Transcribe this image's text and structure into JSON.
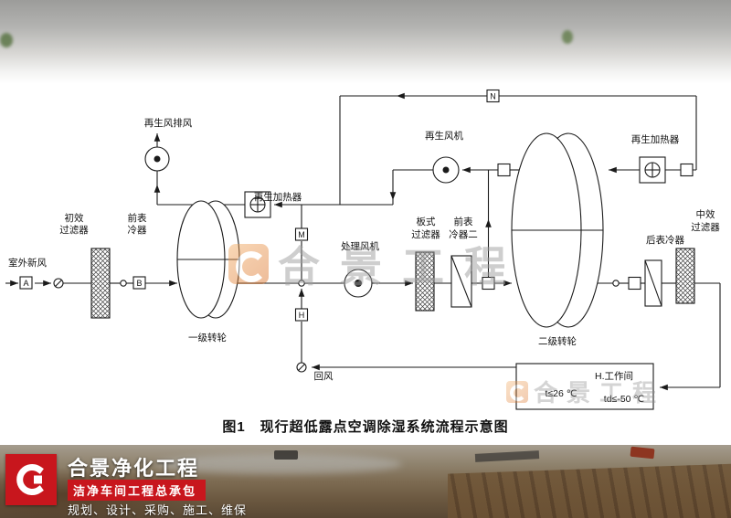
{
  "page": {
    "caption": "图1　现行超低露点空调除湿系统流程示意图"
  },
  "watermark": {
    "text": "合景工程"
  },
  "diagram": {
    "labels": {
      "outdoor_air": "室外新风",
      "primary_filter_1": "初效",
      "primary_filter_2": "过滤器",
      "pre_cooler_a1": "前表",
      "pre_cooler_a2": "冷器",
      "regen_exhaust": "再生风排风",
      "regen_heater_left": "再生加热器",
      "wheel1": "一级转轮",
      "process_fan": "处理风机",
      "plate_filter_1": "板式",
      "plate_filter_2": "过滤器",
      "pre_cooler_b1": "前表",
      "pre_cooler_b2": "冷器二",
      "regen_fan": "再生风机",
      "wheel2": "二级转轮",
      "regen_heater_right": "再生加热器",
      "after_cooler": "后表冷器",
      "medium_filter_1": "中效",
      "medium_filter_2": "过滤器",
      "return_air": "回风",
      "workroom": "H.工作间",
      "temp_room": "t≤26 ℃",
      "temp_dewpoint": "td≤-50 ℃"
    },
    "tags": {
      "a": "A",
      "b": "B",
      "m": "M",
      "h": "H",
      "n": "N"
    }
  },
  "footer": {
    "brand": "合景净化工程",
    "subtitle": "洁净车间工程总承包",
    "services": "规划、设计、采购、施工、维保"
  },
  "colors": {
    "accent_red": "#c8161d",
    "watermark_orange": "#d96c20",
    "diagram_line": "#1a1a1a"
  }
}
